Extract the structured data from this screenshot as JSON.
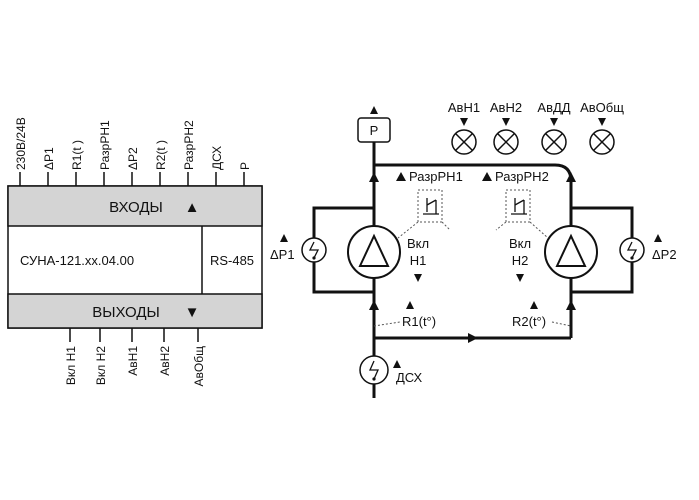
{
  "controller": {
    "inputs": [
      "230В/24В",
      "ΔР1",
      "R1(t )",
      "РазрРН1",
      "ΔР2",
      "R2(t )",
      "РазрРН2",
      "ДСХ",
      "Р"
    ],
    "inputs_header": "ВХОДЫ",
    "inputs_arrow": "▲",
    "model": "СУНА-121.хх.04.00",
    "interface": "RS-485",
    "outputs_header": "ВЫХОДЫ",
    "outputs_arrow": "▼",
    "outputs": [
      "Вкл Н1",
      "Вкл Н2",
      "АвН1",
      "АвН2",
      "АвОбщ"
    ]
  },
  "scheme": {
    "pressure_sensor": "Р",
    "alarms": [
      "АвН1",
      "АвН2",
      "АвДД",
      "АвОбщ"
    ],
    "permit1": "РазрРН1",
    "permit2": "РазрРН2",
    "pump1_vkl": "Вкл",
    "pump1_name": "Н1",
    "pump2_vkl": "Вкл",
    "pump2_name": "Н2",
    "dp1": "ΔР1",
    "dp2": "ΔР2",
    "r1": "R1(t°)",
    "r2": "R2(t°)",
    "dsh": "ДСХ"
  },
  "colors": {
    "panel_fill": "#d4d4d4",
    "line": "#111111"
  }
}
